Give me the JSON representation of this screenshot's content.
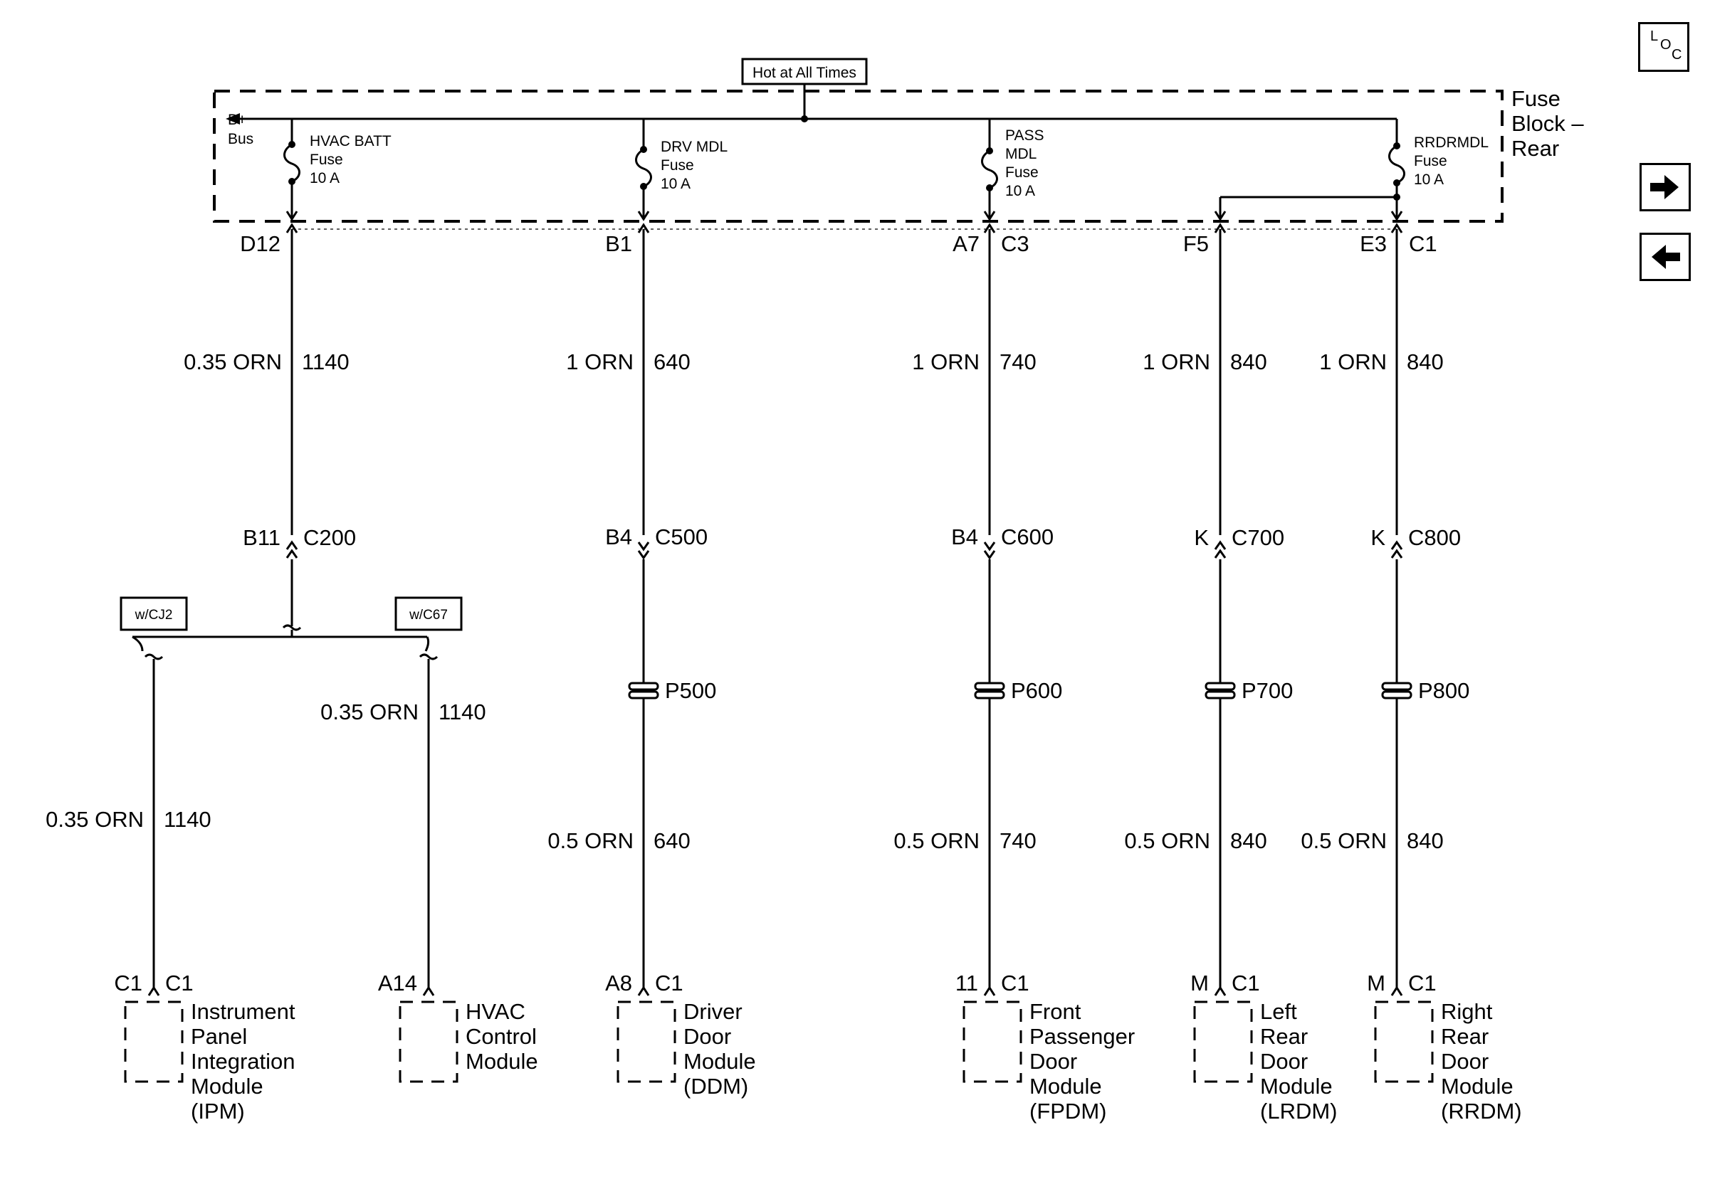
{
  "nav": {
    "loc_letters": [
      "L",
      "O",
      "C"
    ],
    "next_icon": "arrow-right-icon",
    "prev_icon": "arrow-left-icon"
  },
  "power": {
    "tag": "Hot at All Times",
    "bus_line1": "B+",
    "bus_line2": "Bus",
    "fuse_block_line1": "Fuse",
    "fuse_block_line2": "Block –",
    "fuse_block_line3": "Rear"
  },
  "fuses": [
    {
      "lines": [
        "HVAC BATT",
        "Fuse",
        "10 A"
      ]
    },
    {
      "lines": [
        "DRV MDL",
        "Fuse",
        "10 A"
      ]
    },
    {
      "lines": [
        "PASS",
        "MDL",
        "Fuse",
        "10 A"
      ]
    },
    {
      "lines": [
        "RRDRMDL",
        "Fuse",
        "10 A"
      ]
    }
  ],
  "fuse_block_pins": [
    {
      "pin": "D12",
      "conn": ""
    },
    {
      "pin": "B1",
      "conn": ""
    },
    {
      "pin": "A7",
      "conn": "C3"
    },
    {
      "pin": "F5",
      "conn": ""
    },
    {
      "pin": "E3",
      "conn": "C1"
    }
  ],
  "upper_wires": [
    {
      "gauge": "0.35 ORN",
      "circuit": "1140"
    },
    {
      "gauge": "1 ORN",
      "circuit": "640"
    },
    {
      "gauge": "1 ORN",
      "circuit": "740"
    },
    {
      "gauge": "1 ORN",
      "circuit": "840"
    },
    {
      "gauge": "1 ORN",
      "circuit": "840"
    }
  ],
  "inline_connectors": [
    {
      "pin": "B11",
      "conn": "C200"
    },
    {
      "pin": "B4",
      "conn": "C500"
    },
    {
      "pin": "B4",
      "conn": "C600"
    },
    {
      "pin": "K",
      "conn": "C700"
    },
    {
      "pin": "K",
      "conn": "C800"
    }
  ],
  "options": {
    "left": "w/CJ2",
    "right": "w/C67"
  },
  "splices": [
    "P500",
    "P600",
    "P700",
    "P800"
  ],
  "lower_wires": [
    {
      "gauge": "0.35 ORN",
      "circuit": "1140"
    },
    {
      "gauge": "0.35 ORN",
      "circuit": "1140"
    },
    {
      "gauge": "0.5 ORN",
      "circuit": "640"
    },
    {
      "gauge": "0.5 ORN",
      "circuit": "740"
    },
    {
      "gauge": "0.5 ORN",
      "circuit": "840"
    },
    {
      "gauge": "0.5 ORN",
      "circuit": "840"
    }
  ],
  "modules": [
    {
      "pin": "C1",
      "conn": "C1",
      "lines": [
        "Instrument",
        "Panel",
        "Integration",
        "Module",
        "(IPM)"
      ]
    },
    {
      "pin": "A14",
      "conn": "",
      "lines": [
        "HVAC",
        "Control",
        "Module"
      ]
    },
    {
      "pin": "A8",
      "conn": "C1",
      "lines": [
        "Driver",
        "Door",
        "Module",
        "(DDM)"
      ]
    },
    {
      "pin": "11",
      "conn": "C1",
      "lines": [
        "Front",
        "Passenger",
        "Door",
        "Module",
        "(FPDM)"
      ]
    },
    {
      "pin": "M",
      "conn": "C1",
      "lines": [
        "Left",
        "Rear",
        "Door",
        "Module",
        "(LRDM)"
      ]
    },
    {
      "pin": "M",
      "conn": "C1",
      "lines": [
        "Right",
        "Rear",
        "Door",
        "Module",
        "(RRDM)"
      ]
    }
  ]
}
